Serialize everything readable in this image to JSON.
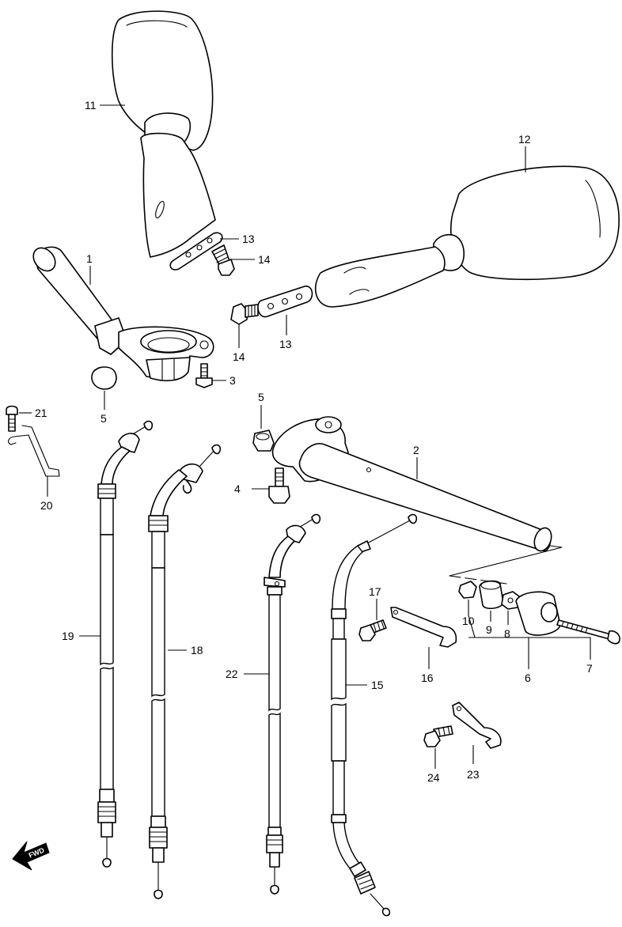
{
  "diagram": {
    "callouts": {
      "c1": "1",
      "c2": "2",
      "c3": "3",
      "c4": "4",
      "c5a": "5",
      "c5b": "5",
      "c6": "6",
      "c7": "7",
      "c8": "8",
      "c9": "9",
      "c10": "10",
      "c11": "11",
      "c12": "12",
      "c13a": "13",
      "c13b": "13",
      "c14a": "14",
      "c14b": "14",
      "c15": "15",
      "c16": "16",
      "c17": "17",
      "c18": "18",
      "c19": "19",
      "c20": "20",
      "c21": "21",
      "c22": "22",
      "c23": "23",
      "c24": "24"
    },
    "fwd_label": "FWD"
  }
}
